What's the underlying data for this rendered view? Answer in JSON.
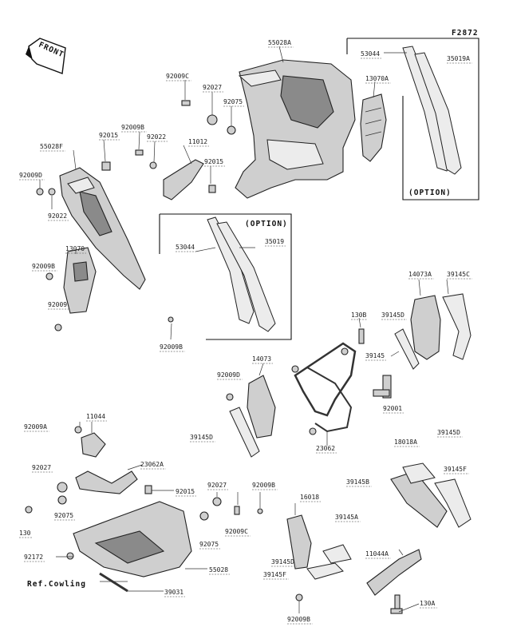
{
  "figure_id": "F2872",
  "front_label": "FRONT",
  "ref_note": "Ref.Cowling",
  "option_label": "(OPTION)",
  "labels": {
    "p55028A": "55028A",
    "p55028F": "55028F",
    "p92009C_a": "92009C",
    "p92027_a": "92027",
    "p92075_a": "92075",
    "p92009B_a": "92009B",
    "p92015_a": "92015",
    "p92022_a": "92022",
    "p11012": "11012",
    "p92015_b": "92015",
    "p92009D": "92009D",
    "p92022_b": "92022",
    "p13070": "13070",
    "p92009B_b": "92009B",
    "p92009": "92009",
    "p92009B_c": "92009B",
    "p53044_a": "53044",
    "p35019_a": "35019",
    "p13070A": "13070A",
    "p53044_b": "53044",
    "p35019A": "35019A",
    "p14073A": "14073A",
    "p39145C": "39145C",
    "p130B": "130B",
    "p39145D_a": "39145D",
    "p39145": "39145",
    "p14073": "14073",
    "p92009D_b": "92009D",
    "p92001": "92001",
    "p39145D_b": "39145D",
    "p23062": "23062",
    "p92009A": "92009A",
    "p11044": "11044",
    "p23062A": "23062A",
    "p92027_b": "92027",
    "p92075_b": "92075",
    "p130": "130",
    "p92015_c": "92015",
    "p92027_c": "92027",
    "p92009C_b": "92009C",
    "p92075_c": "92075",
    "p92009B_d": "92009B",
    "p16018": "16018",
    "p18018A": "18018A",
    "p39145D_c": "39145D",
    "p39145F": "39145F",
    "p39145B": "39145B",
    "p39145A": "39145A",
    "p92172": "92172",
    "p55028": "55028",
    "p39145D_d": "39145D",
    "p39145F_b": "39145F",
    "p11044A": "11044A",
    "p39031": "39031",
    "p92009B_e": "92009B",
    "p130A": "130A"
  }
}
